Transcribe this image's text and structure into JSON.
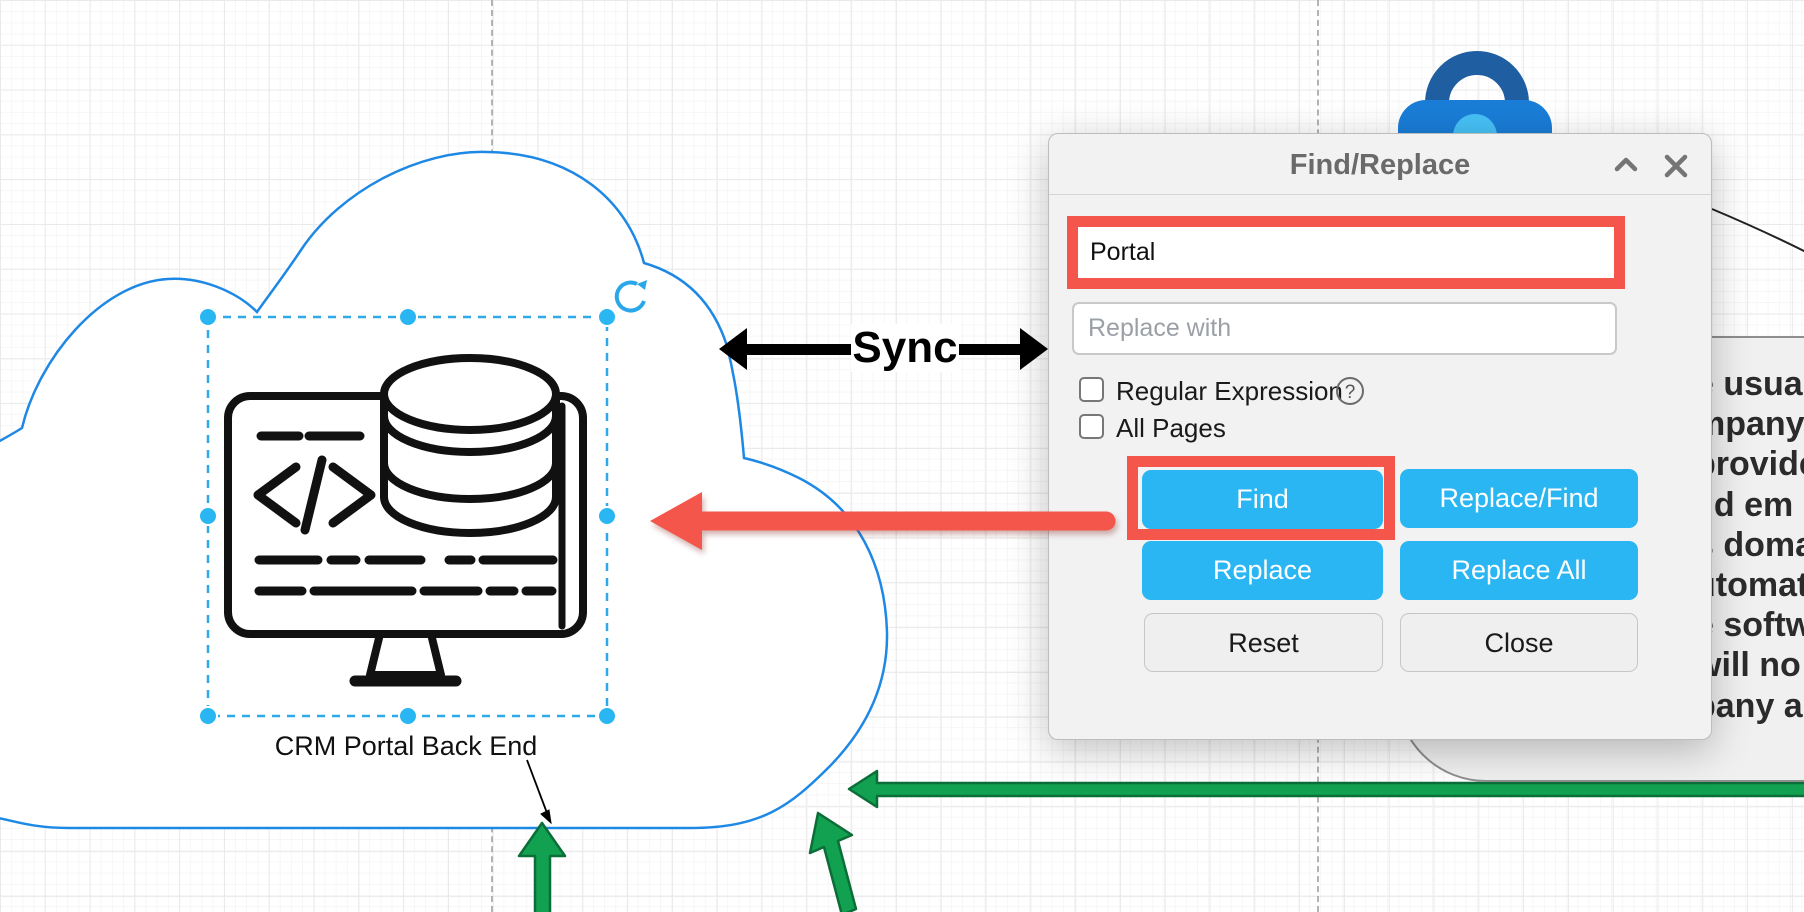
{
  "dialog": {
    "title": "Find/Replace",
    "collapse_icon": "chevron-up",
    "close_icon": "x",
    "search_value": "Portal",
    "replace_placeholder": "Replace with",
    "regex_label": "Regular Expression",
    "help_icon": "?",
    "all_pages_label": "All Pages",
    "buttons": {
      "find": "Find",
      "replace_find": "Replace/Find",
      "replace": "Replace",
      "replace_all": "Replace All",
      "reset": "Reset",
      "close": "Close"
    }
  },
  "diagram": {
    "node_label": "CRM Portal Back End",
    "sync_label": "Sync",
    "note_fragments": [
      "e usual",
      "mpany",
      "provide",
      "lid em",
      "s doma",
      "utomati",
      "e softw",
      "will no",
      "pany a"
    ]
  },
  "colors": {
    "accent_blue": "#29b6f2",
    "annotation_red": "#f4564b",
    "arrow_green": "#12a150",
    "arrow_green_dark": "#0b6e38",
    "cloud_blue": "#1e88e5",
    "selection_blue": "#30a9e8",
    "lock_shackle": "#1e5ea1",
    "lock_body": "#1a7dd7",
    "lock_keyhole": "#47c1f6"
  }
}
